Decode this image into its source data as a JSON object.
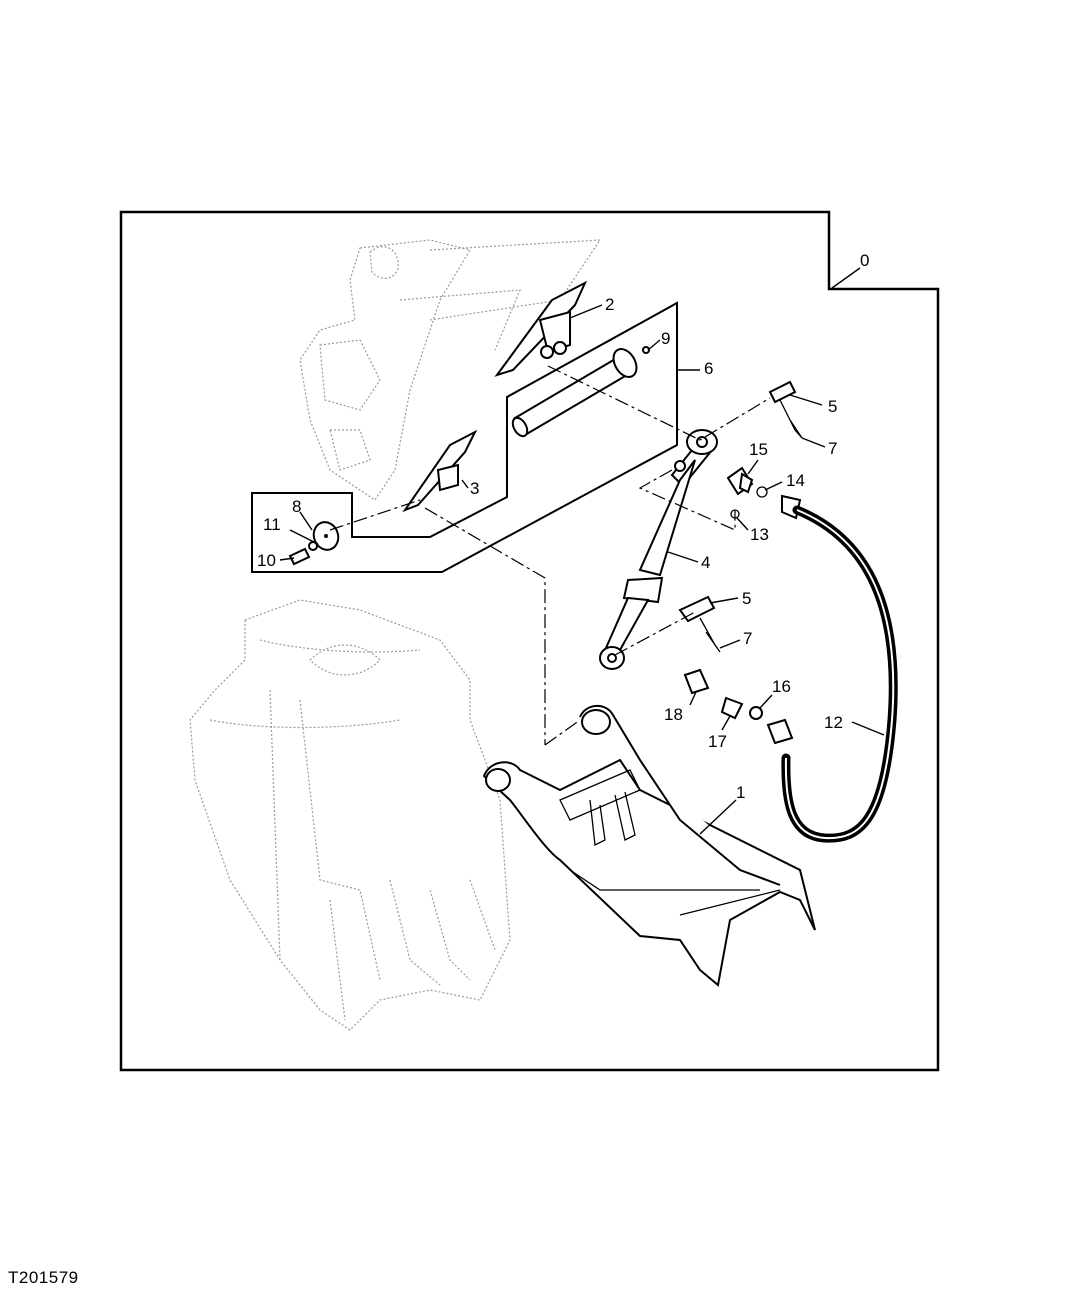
{
  "figure_id": "T201579",
  "callouts": [
    {
      "id": "c0",
      "label": "0"
    },
    {
      "id": "c1",
      "label": "1"
    },
    {
      "id": "c2",
      "label": "2"
    },
    {
      "id": "c3",
      "label": "3"
    },
    {
      "id": "c4",
      "label": "4"
    },
    {
      "id": "c5a",
      "label": "5"
    },
    {
      "id": "c5b",
      "label": "5"
    },
    {
      "id": "c6",
      "label": "6"
    },
    {
      "id": "c7a",
      "label": "7"
    },
    {
      "id": "c7b",
      "label": "7"
    },
    {
      "id": "c8",
      "label": "8"
    },
    {
      "id": "c9",
      "label": "9"
    },
    {
      "id": "c10",
      "label": "10"
    },
    {
      "id": "c11",
      "label": "11"
    },
    {
      "id": "c12",
      "label": "12"
    },
    {
      "id": "c13",
      "label": "13"
    },
    {
      "id": "c14",
      "label": "14"
    },
    {
      "id": "c15",
      "label": "15"
    },
    {
      "id": "c16",
      "label": "16"
    },
    {
      "id": "c17",
      "label": "17"
    },
    {
      "id": "c18",
      "label": "18"
    }
  ]
}
